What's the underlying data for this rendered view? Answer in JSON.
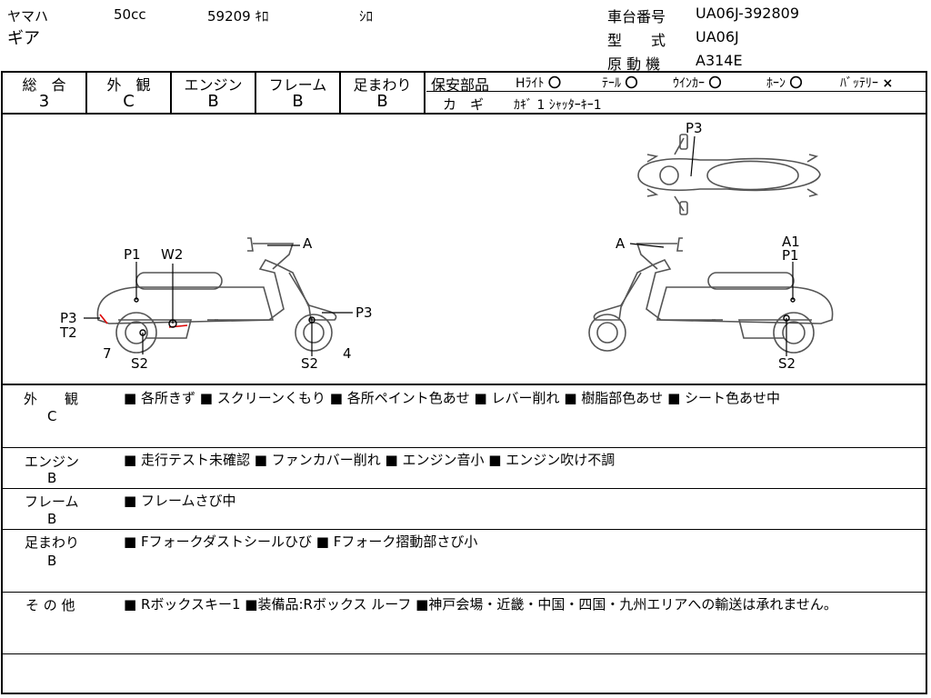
{
  "header": {
    "maker": "ヤマハ",
    "model": "ギア",
    "displacement": "50cc",
    "mileage": "59209 ｷﾛ",
    "color": "ｼﾛ",
    "frame_no_label": "車台番号",
    "frame_no": "UA06J-392809",
    "type_label": "型　　式",
    "type": "UA06J",
    "engine_label": "原 動 機",
    "engine": "A314E"
  },
  "grades": [
    {
      "label": "総　合",
      "value": "3"
    },
    {
      "label": "外　観",
      "value": "C"
    },
    {
      "label": "エンジン",
      "value": "B"
    },
    {
      "label": "フレーム",
      "value": "B"
    },
    {
      "label": "足まわり",
      "value": "B"
    }
  ],
  "safety": {
    "label": "保安部品",
    "items": [
      {
        "name": "Hﾗｲﾄ",
        "mark": "〇"
      },
      {
        "name": "ﾃｰﾙ",
        "mark": "〇"
      },
      {
        "name": "ｳｲﾝｶｰ",
        "mark": "〇"
      },
      {
        "name": "ﾎｰﾝ",
        "mark": "〇"
      },
      {
        "name": "ﾊﾞｯﾃﾘｰ",
        "mark": "×"
      }
    ],
    "key_label": "カ　ギ",
    "key_value": "ｶｷﾞ 1 ｼｬｯﾀｰｷｰ1"
  },
  "diagram_labels": {
    "top_p3": "P3",
    "left_a": "A",
    "left_p1": "P1",
    "left_w2": "W2",
    "left_p3_front": "P3",
    "left_t2": "T2",
    "left_7": "7",
    "left_s2_front": "S2",
    "left_s2_rear": "S2",
    "left_4": "4",
    "left_p3_rear": "P3",
    "right_a": "A",
    "right_a1": "A1",
    "right_p1": "P1",
    "right_s2": "S2"
  },
  "sections": [
    {
      "label1": "外　　観",
      "label2": "C",
      "notes": [
        "各所きず",
        "スクリーンくもり",
        "各所ペイント色あせ",
        "レバー削れ",
        "樹脂部色あせ",
        "シート色あせ中"
      ]
    },
    {
      "label1": "エンジン",
      "label2": "B",
      "notes": [
        "走行テスト未確認",
        "ファンカバー削れ",
        "エンジン音小",
        "エンジン吹け不調"
      ]
    },
    {
      "label1": "フレーム",
      "label2": "B",
      "notes": [
        "フレームさび中"
      ]
    },
    {
      "label1": "足まわり",
      "label2": "B",
      "notes": [
        "Fフォークダストシールひび",
        "Fフォーク摺動部さび小"
      ]
    },
    {
      "label1": "そ の 他",
      "label2": "",
      "notes": [
        "Rボックスキー1",
        "装備品:Rボックス ルーフ",
        "神戸会場・近畿・中国・四国・九州エリアへの輸送は承れません。"
      ]
    }
  ]
}
